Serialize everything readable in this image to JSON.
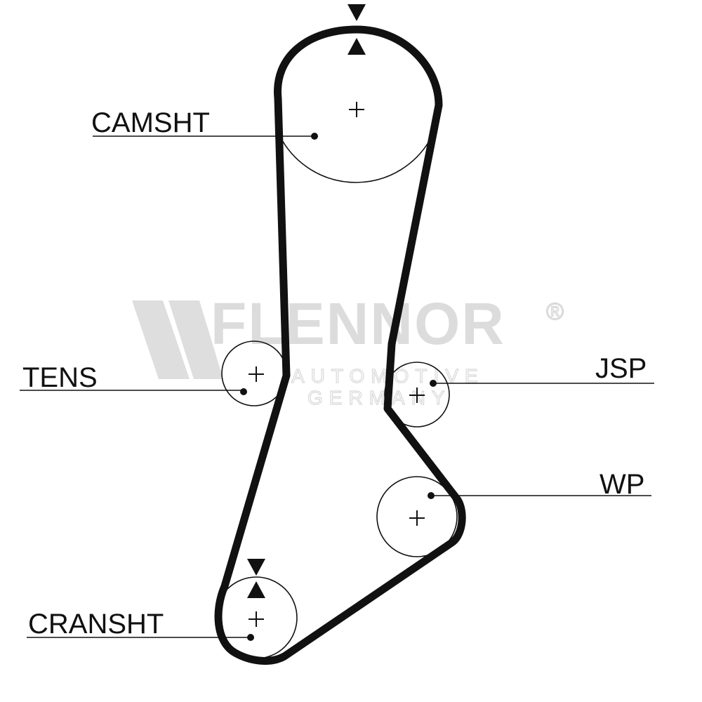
{
  "watermark": {
    "brand": "FLENNOR",
    "registered": "®",
    "line1": "AUTOMOTIVE",
    "line2": "GERMANY"
  },
  "labels": {
    "camshaft": "CAMSHT",
    "tensioner": "TENS",
    "jsp": "JSP",
    "water_pump": "WP",
    "crankshaft": "CRANSHT"
  },
  "colors": {
    "ink": "#111111",
    "watermark": "#dcdcdc",
    "background": "#ffffff"
  }
}
